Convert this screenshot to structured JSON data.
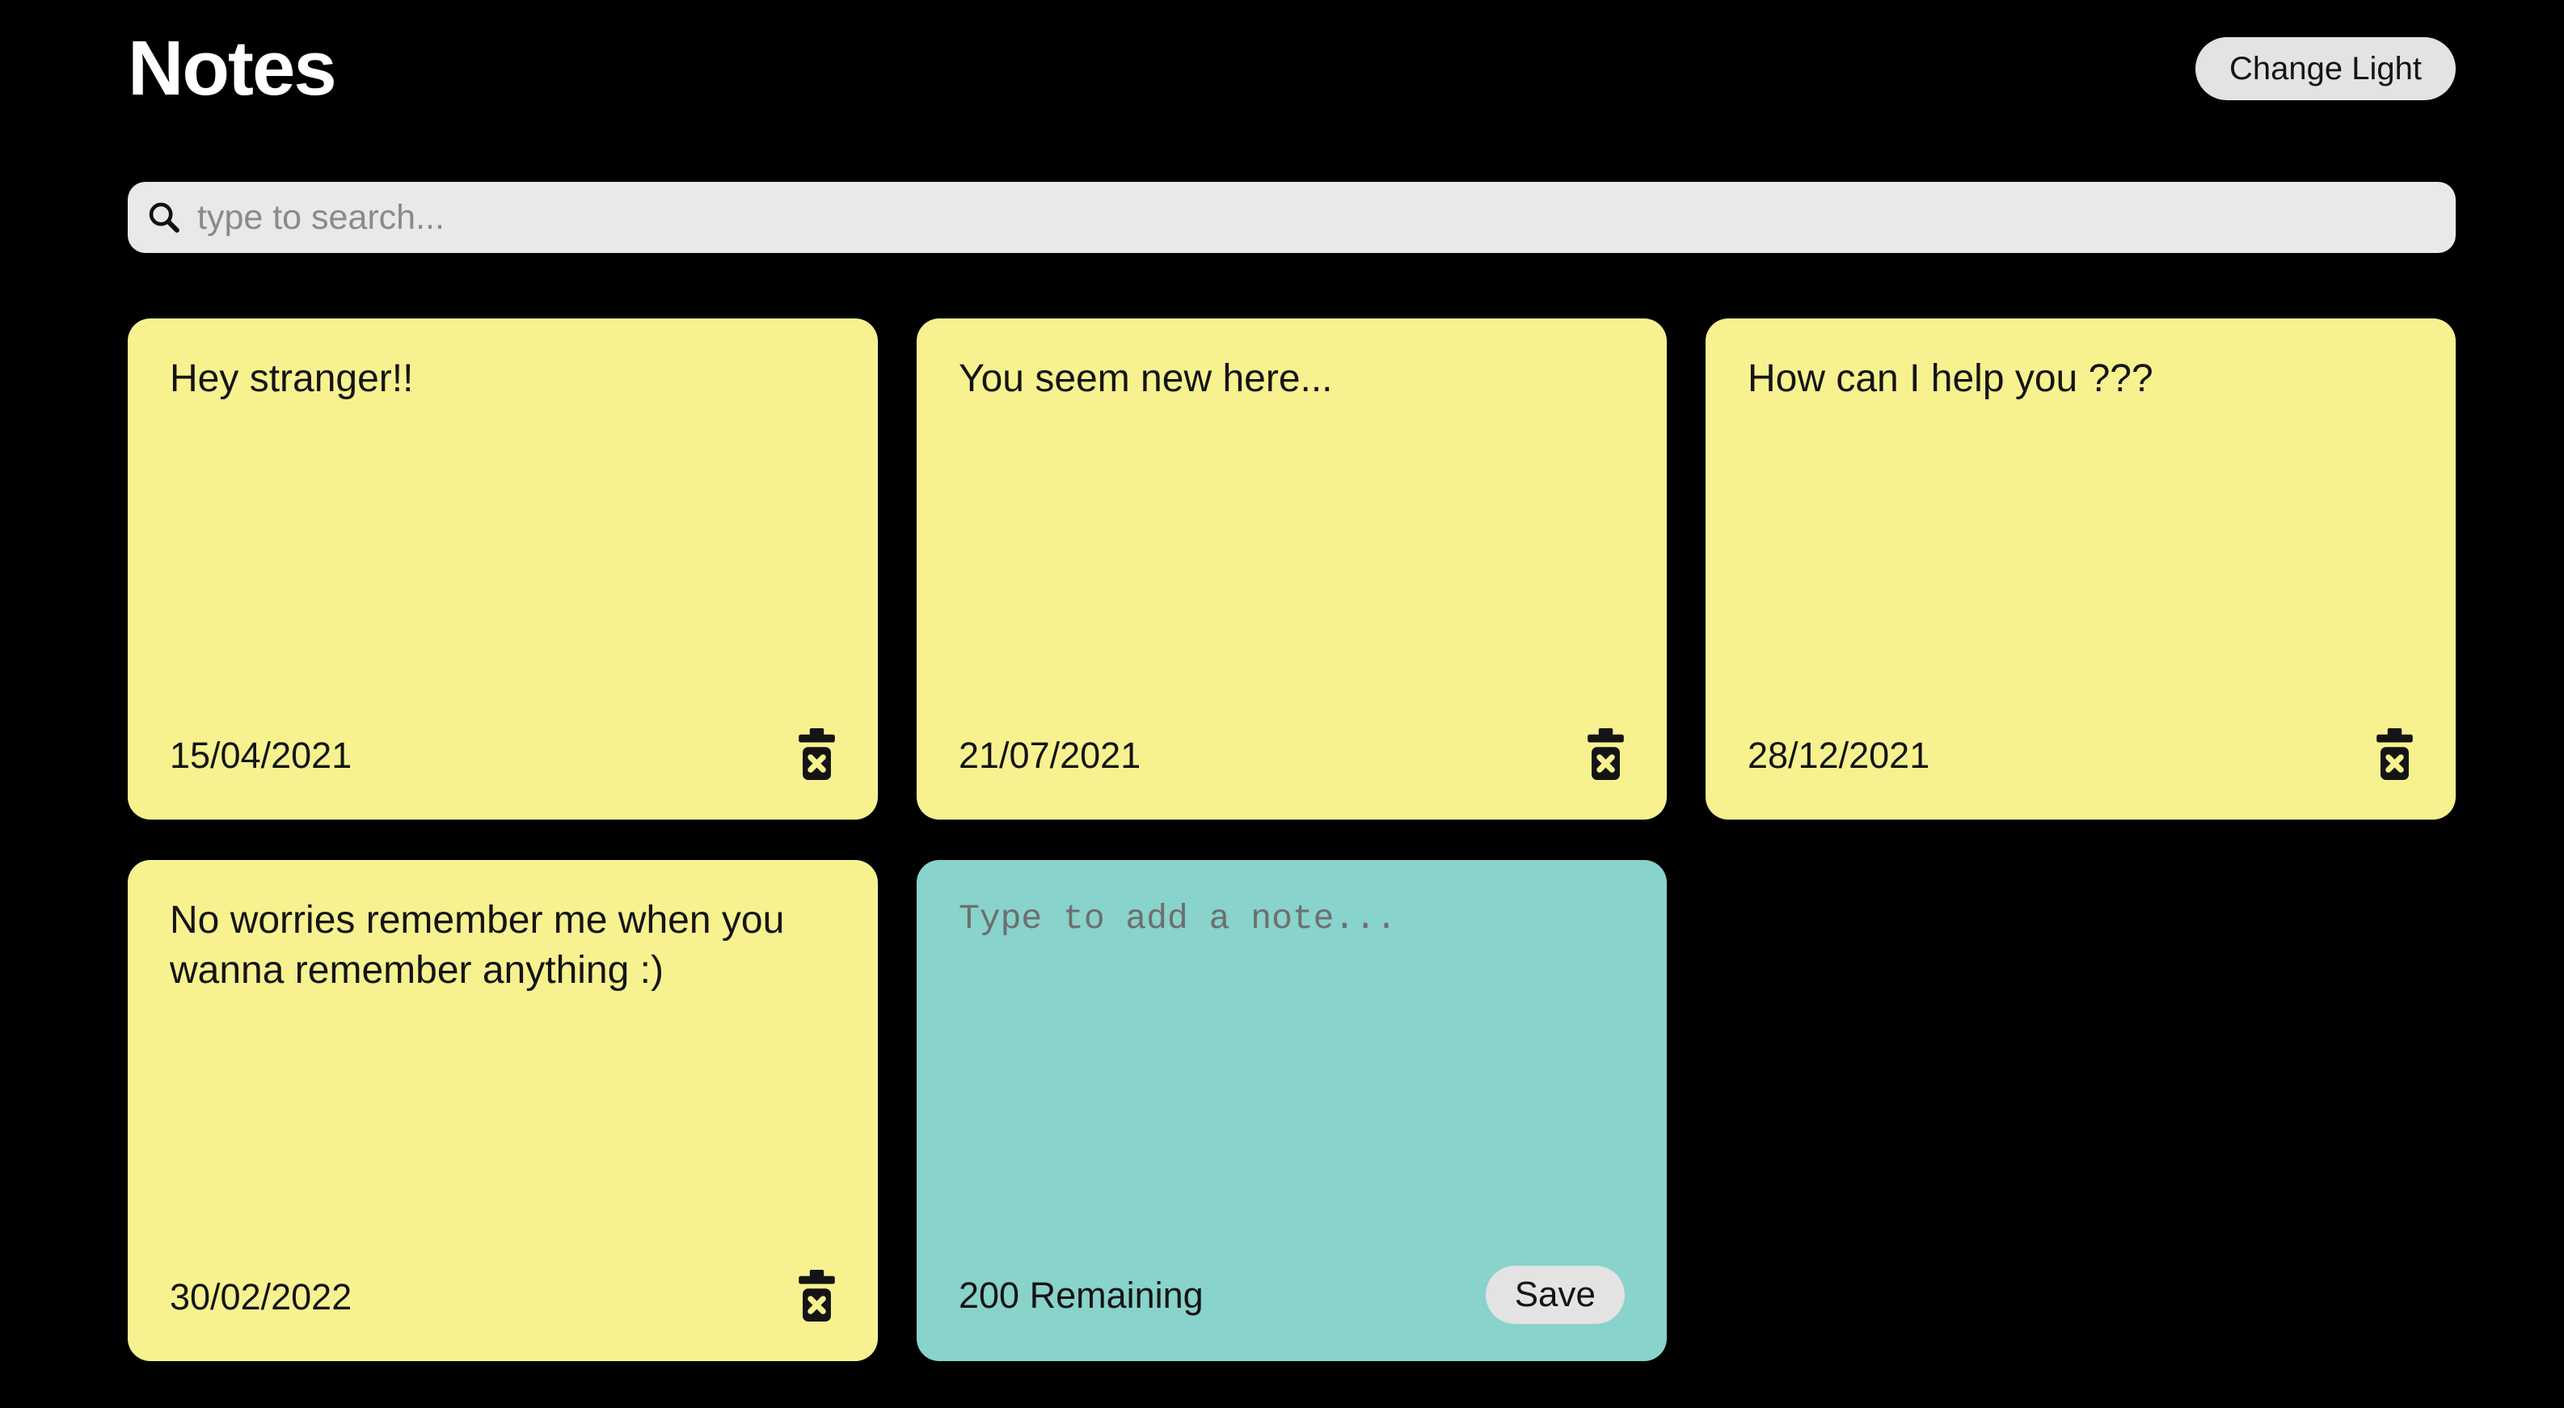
{
  "app": {
    "title": "Notes"
  },
  "header": {
    "theme_toggle_label": "Change Light"
  },
  "search": {
    "placeholder": "type to search...",
    "value": ""
  },
  "notes": [
    {
      "text": "Hey stranger!!",
      "date": "15/04/2021"
    },
    {
      "text": "You seem new here...",
      "date": "21/07/2021"
    },
    {
      "text": "How can I help you ???",
      "date": "28/12/2021"
    },
    {
      "text": "No worries remember me when you wanna remember anything :)",
      "date": "30/02/2022"
    }
  ],
  "composer": {
    "placeholder": "Type to add a note...",
    "value": "",
    "remaining_label": "200 Remaining",
    "save_label": "Save"
  },
  "icons": {
    "search": "search-icon",
    "delete": "trash-delete-icon"
  },
  "colors": {
    "background": "#000000",
    "note_yellow": "#f7f28f",
    "composer_teal": "#88d3cb",
    "search_gray": "#e9e9e9",
    "control_gray": "#e3e3e3",
    "text_black": "#141414",
    "placeholder_gray": "#8a8a8a",
    "mono_placeholder_gray": "#6e6e6e"
  }
}
